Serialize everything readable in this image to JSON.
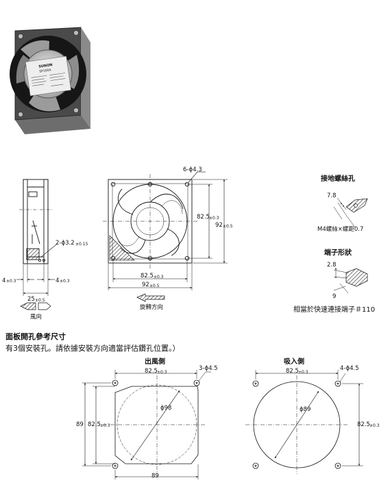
{
  "fan_label": {
    "brand": "SUNON",
    "model": "SP100A"
  },
  "front_view": {
    "mount_holes": "6-ϕ4.3",
    "hole_pitch_v": "82.5",
    "hole_pitch_v_tol": "±0.3",
    "outer_v": "92",
    "outer_v_tol": "±0.5",
    "hole_pitch_h": "82.5",
    "hole_pitch_h_tol": "±0.3",
    "outer_h": "92",
    "outer_h_tol": "±0.5",
    "rotation_label": "旋轉方向"
  },
  "side_view": {
    "holes": "2-ϕ3.2",
    "holes_tol": "±0.15",
    "left_flange": "4",
    "left_flange_tol": "±0.3",
    "right_flange": "4",
    "right_flange_tol": "±0.3",
    "depth": "25",
    "depth_tol": "±0.5",
    "airflow_label": "風向"
  },
  "ground_hole": {
    "title": "接地螺絲孔",
    "dim": "7.8",
    "screw": "M4螺絲×螺距0.7"
  },
  "terminal": {
    "title": "端子形狀",
    "dim_a": "2.8",
    "dim_b": "9",
    "note": "相當於快速連接端子＃110"
  },
  "panel": {
    "title": "面板開孔參考尺寸",
    "note": "有3個安裝孔。請依據安裝方向適當評估鑽孔位置。）",
    "outlet": {
      "title": "出風側",
      "pitch_h": "82.5",
      "pitch_h_tol": "±0.3",
      "holes": "3-ϕ4.5",
      "dia": "ϕ98",
      "outer_v": "89",
      "pitch_v": "82.5",
      "pitch_v_tol": "±0.3",
      "outer_h": "89"
    },
    "inlet": {
      "title": "吸入側",
      "pitch_h": "82.5",
      "pitch_h_tol": "±0.3",
      "holes": "4-ϕ4.5",
      "dia": "ϕ89",
      "pitch_v": "82.5",
      "pitch_v_tol": "±0.3"
    }
  }
}
